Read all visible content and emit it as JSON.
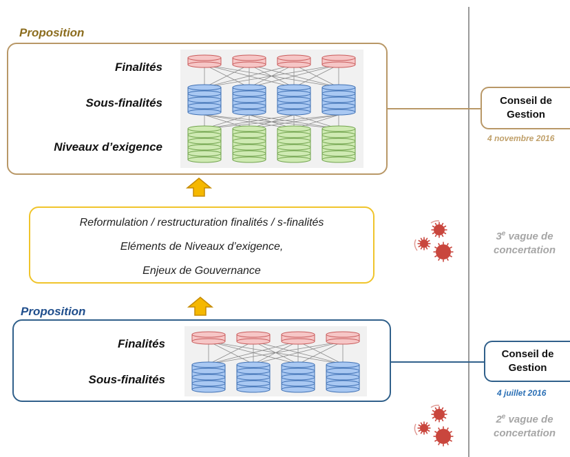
{
  "proposal_top": {
    "title": "Proposition",
    "rows": [
      "Finalités",
      "Sous-finalités",
      "Niveaux d’exigence"
    ]
  },
  "middle_box": {
    "lines": [
      "Reformulation / restructuration finalités / s-finalités",
      "Eléments de Niveaux d’exigence,",
      "Enjeux de Gouvernance"
    ]
  },
  "proposal_bottom": {
    "title": "Proposition",
    "rows": [
      "Finalités",
      "Sous-finalités"
    ]
  },
  "timeline": {
    "council_top": {
      "line1": "Conseil de",
      "line2": "Gestion",
      "date": "4 novembre 2016"
    },
    "wave3": {
      "number": "3",
      "sup": "e",
      "rest": " vague de",
      "line2": "concertation"
    },
    "council_bottom": {
      "line1": "Conseil de",
      "line2": "Gestion",
      "date": "4 juillet 2016"
    },
    "wave2": {
      "number": "2",
      "sup": "e",
      "rest": " vague de",
      "line2": "concertation"
    }
  },
  "colors": {
    "top_proposal": "#b89766",
    "top_title": "#8c6d1f",
    "middle_box": "#f0c42a",
    "bottom_proposal": "#2f5f8a",
    "bottom_title": "#1f4e8c",
    "arrow": "#f5b800",
    "timeline": "#9a9a9a",
    "date_top": "#c0a06a",
    "date_bottom": "#2a6fb5",
    "virus": "#c9463d"
  }
}
